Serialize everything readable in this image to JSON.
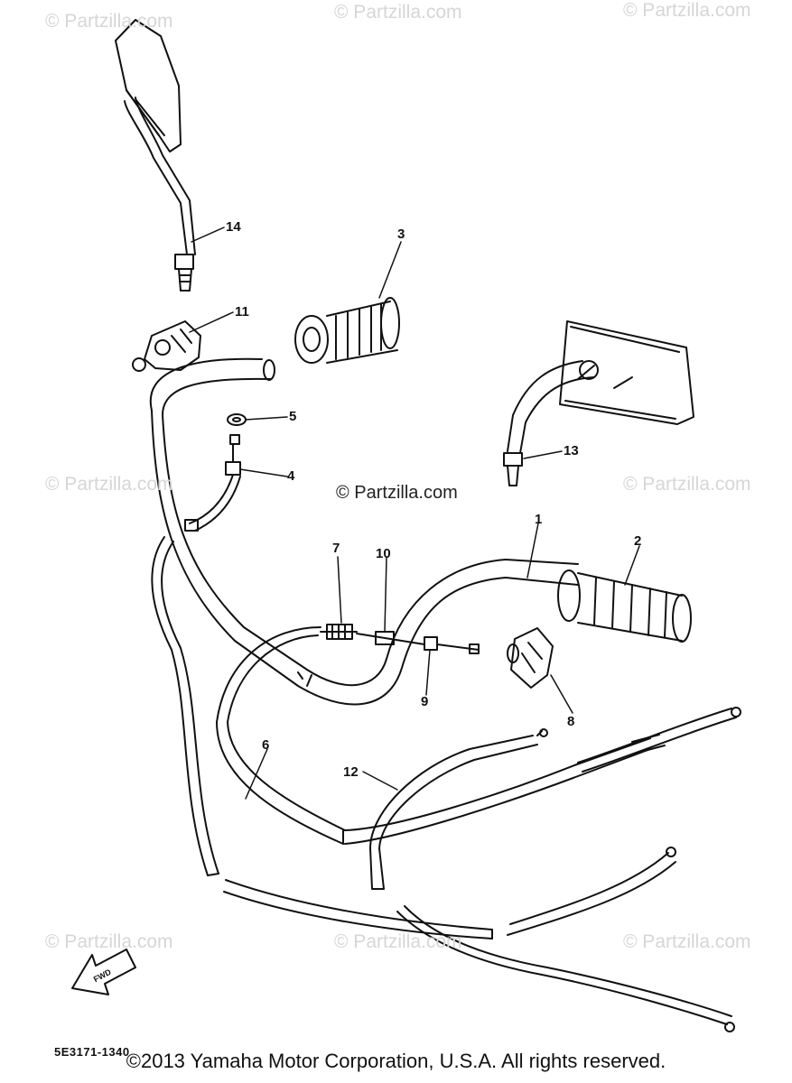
{
  "watermarks": [
    {
      "text": "© Partzilla.com"
    },
    {
      "text": "© Partzilla.com"
    },
    {
      "text": "© Partzilla.com"
    },
    {
      "text": "© Partzilla.com"
    },
    {
      "text": "© Partzilla.com"
    },
    {
      "text": "© Partzilla.com"
    },
    {
      "text": "© Partzilla.com"
    },
    {
      "text": "© Partzilla.com"
    }
  ],
  "center_watermark": "© Partzilla.com",
  "callouts": {
    "c1": "1",
    "c2": "2",
    "c3": "3",
    "c4": "4",
    "c5": "5",
    "c6": "6",
    "c7": "7",
    "c8": "8",
    "c9": "9",
    "c10": "10",
    "c11": "11",
    "c12": "12",
    "c13": "13",
    "c14": "14"
  },
  "fwd_label": "FWD",
  "figure_code": "5E3171-1340",
  "copyright": "©2013 Yamaha Motor Corporation, U.S.A. All rights reserved."
}
